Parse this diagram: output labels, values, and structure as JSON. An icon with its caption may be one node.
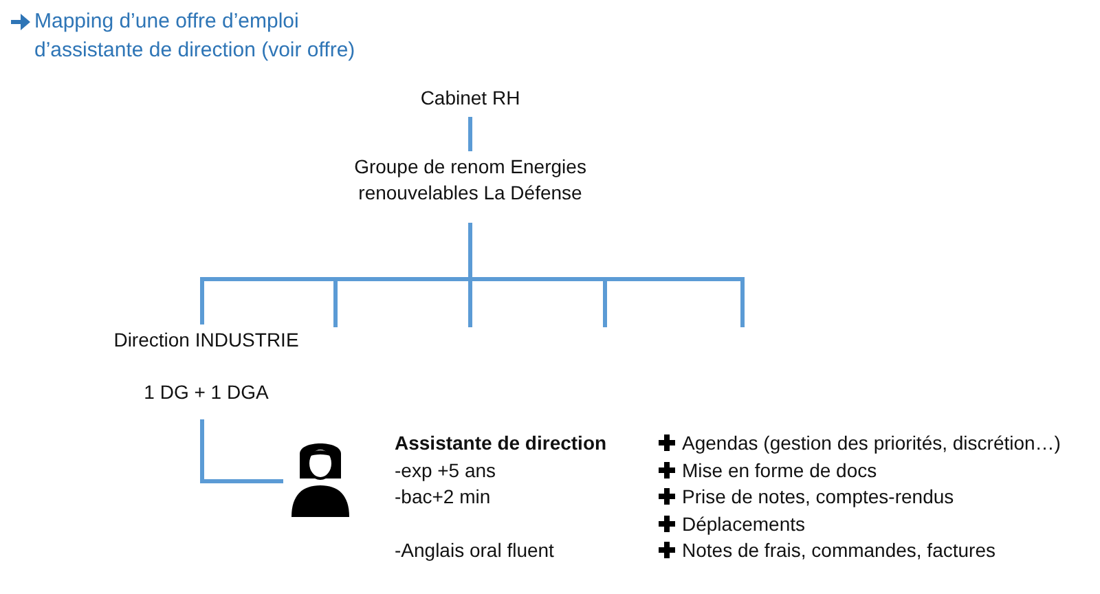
{
  "diagram": {
    "title": "Mapping d’une offre d’emploi d’assistante de direction (voir offre)",
    "nodes": [
      {
        "text": [
          "Cabinet RH"
        ]
      },
      {
        "text": [
          "Groupe de renom Energies renouvelables La Défense"
        ]
      },
      {
        "text": [
          "Direction INDUSTRIE",
          "1 DG + 1 DGA"
        ]
      },
      {
        "text": [],
        "shape": "person"
      }
    ],
    "edges": [
      {
        "from": 0,
        "to": 1,
        "arrow": "none"
      },
      {
        "from": 1,
        "to": 2,
        "arrow": "none"
      },
      {
        "from": 1,
        "to": null,
        "arrow": "none"
      },
      {
        "from": 1,
        "to": null,
        "arrow": "none"
      },
      {
        "from": 1,
        "to": null,
        "arrow": "none"
      },
      {
        "from": 1,
        "to": null,
        "arrow": "none"
      },
      {
        "from": 2,
        "to": 3,
        "arrow": "none"
      }
    ],
    "labels": [
      "Assistante de direction",
      "-exp +5 ans",
      "-bac+2 min",
      "-Anglais oral fluent",
      "Agendas (gestion des priorités, discrétion…)",
      "Mise en forme de docs",
      "Prise de notes, comptes-rendus",
      "Déplacements",
      "Notes de frais, commandes, factures"
    ]
  }
}
